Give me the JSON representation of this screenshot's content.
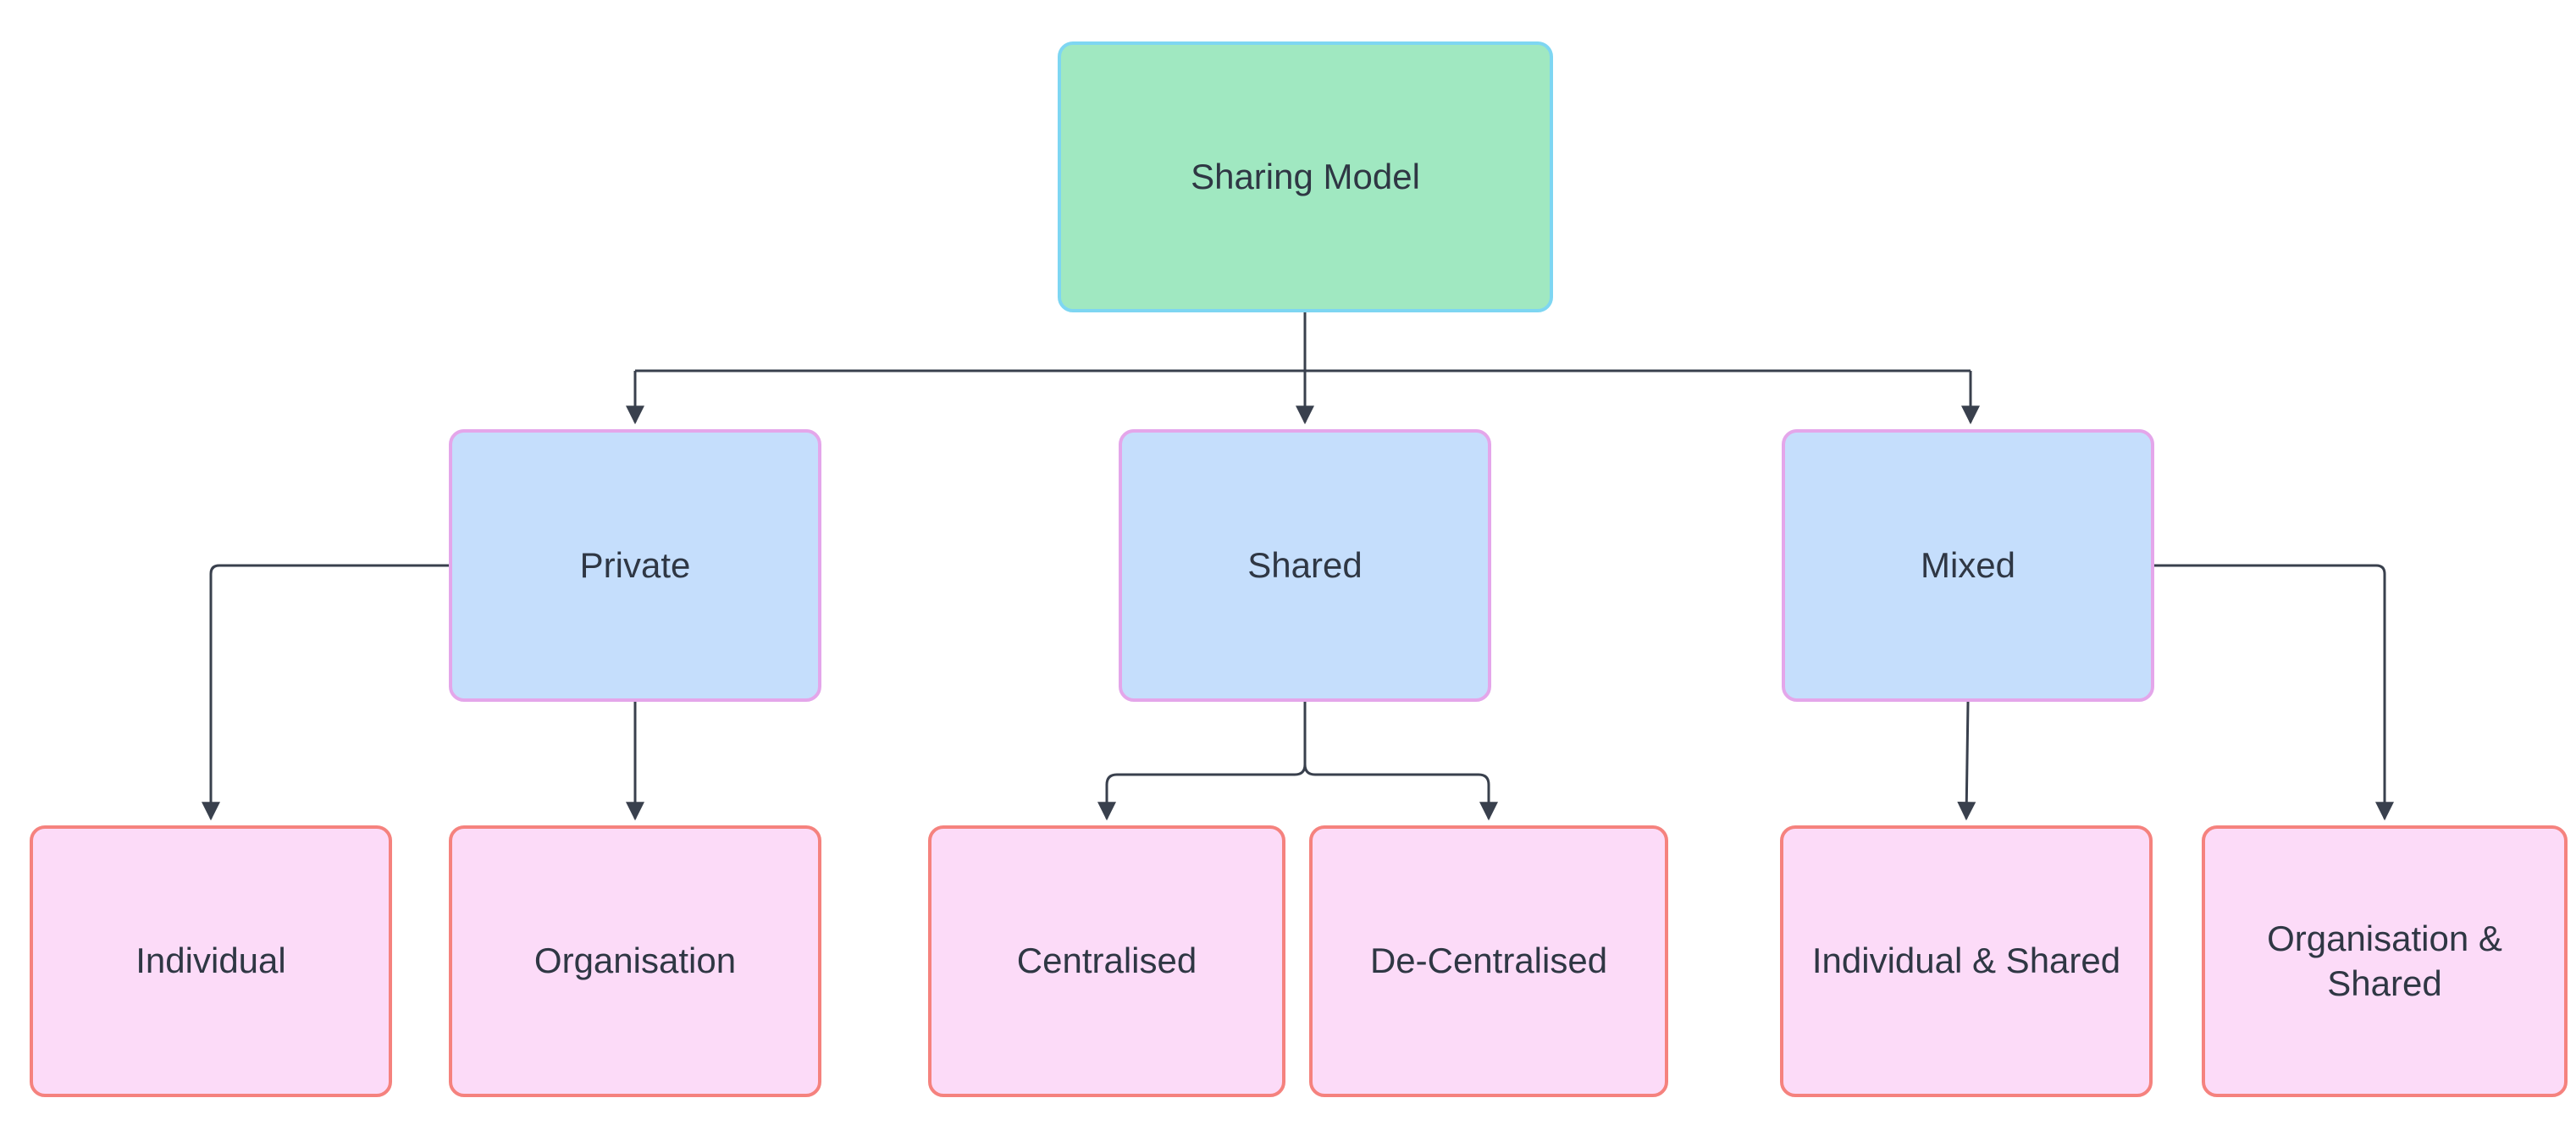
{
  "diagram": {
    "title": "Sharing Model",
    "nodes": {
      "root": {
        "label": "Sharing Model"
      },
      "private": {
        "label": "Private"
      },
      "shared": {
        "label": "Shared"
      },
      "mixed": {
        "label": "Mixed"
      },
      "individual": {
        "label": "Individual"
      },
      "organisation": {
        "label": "Organisation"
      },
      "centralised": {
        "label": "Centralised"
      },
      "decentralised": {
        "label": "De-Centralised"
      },
      "individual_shared": {
        "label": "Individual & Shared"
      },
      "organisation_shared": {
        "label": "Organisation & Shared"
      }
    },
    "edges": [
      {
        "from": "root",
        "to": "private"
      },
      {
        "from": "root",
        "to": "shared"
      },
      {
        "from": "root",
        "to": "mixed"
      },
      {
        "from": "private",
        "to": "individual"
      },
      {
        "from": "private",
        "to": "organisation"
      },
      {
        "from": "shared",
        "to": "centralised"
      },
      {
        "from": "shared",
        "to": "decentralised"
      },
      {
        "from": "mixed",
        "to": "individual_shared"
      },
      {
        "from": "mixed",
        "to": "organisation_shared"
      }
    ],
    "colors": {
      "root_fill": "#a0e8c1",
      "root_border": "#7ed6f2",
      "level2_fill": "#c5defc",
      "level2_border": "#e4a6ea",
      "level3_fill": "#fcdbf8",
      "level3_border": "#f5827e",
      "connector": "#39404d",
      "text": "#2f3744",
      "background": "#ffffff"
    }
  }
}
